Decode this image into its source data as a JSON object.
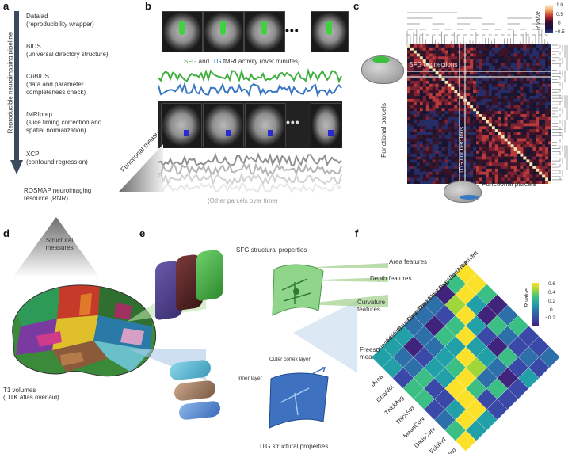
{
  "panels": {
    "a": "a",
    "b": "b",
    "c": "c",
    "d": "d",
    "e": "e",
    "f": "f"
  },
  "panel_a": {
    "pipeline_label": "Reproducible neuroimaging pipeline",
    "steps": [
      {
        "title": "Datalad",
        "sub": [
          "(reproducibility wrapper)"
        ]
      },
      {
        "title": "BIDS",
        "sub": [
          "(universal directory structure)"
        ]
      },
      {
        "title": "CuBIDS",
        "sub": [
          "(data and parameter",
          "completeness check)"
        ]
      },
      {
        "title": "fMRIprep",
        "sub": [
          "(slice timing correction and",
          "spatial normalization)"
        ]
      },
      {
        "title": "XCP",
        "sub": [
          "(confound regression)"
        ]
      }
    ],
    "resource": [
      "ROSMAP neuroimaging",
      "resource (RNR)"
    ]
  },
  "panel_b": {
    "sfg": "SFG",
    "and": " and ",
    "itg": "ITG",
    "activity": " fMRI activity (over minutes)",
    "functional_measures": "Functional measures",
    "other_parcels": "(Other parcels over time)",
    "ellipsis": "•••",
    "colors": {
      "sfg": "#3fae3f",
      "itg": "#3a78c2"
    }
  },
  "panel_c": {
    "colorbar_ticks": [
      "1.0",
      "0.5",
      "0",
      "−0.5"
    ],
    "colorbar_label": "R value",
    "sfg_connections": "SFG connections",
    "itg_connections": "ITG connections",
    "y_label": "Functional parcels",
    "x_label": "Functional parcels"
  },
  "panel_d": {
    "structural_measures": [
      "Structural",
      "measures"
    ],
    "t1": [
      "T1 volumes",
      "(DTK atlas overlaid)"
    ]
  },
  "panel_e": {
    "sfg_title": "SFG structural properties",
    "area": "Area features",
    "depth": "Depth features",
    "curvature": [
      "Curvature",
      "features"
    ],
    "outer": "Outer cortex layer",
    "inner": "Inner layer",
    "itg_title": "ITG structural properties",
    "freesurfer": [
      "Freesurfer",
      "measures"
    ]
  },
  "panel_f": {
    "labels": [
      "NumVert",
      "SurfArea",
      "GrayVol",
      "ThickAvg",
      "ThickStd",
      "MeanCurv",
      "GausCurv",
      "FoldInd",
      "CurvInd"
    ],
    "colorbar_ticks": [
      "0.6",
      "0.4",
      "0.2",
      "0",
      "−0.2"
    ],
    "colorbar_label": "R value"
  }
}
